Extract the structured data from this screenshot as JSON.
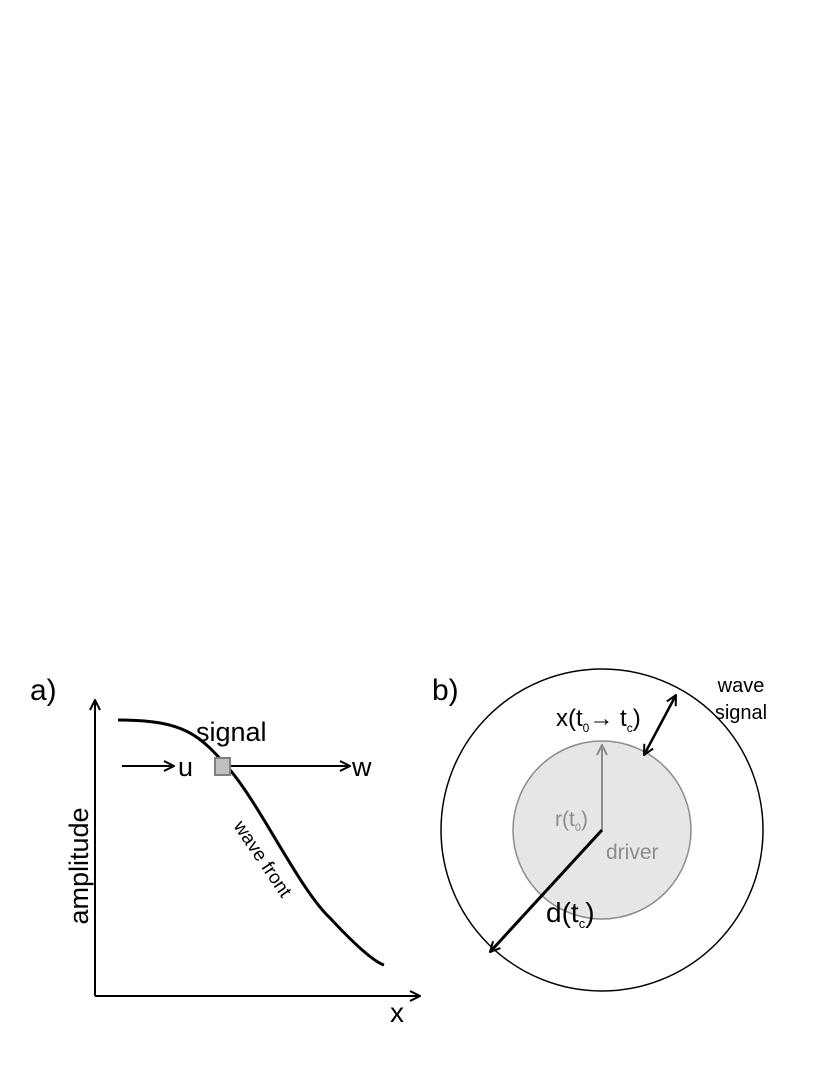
{
  "panel_a": {
    "label": "a)",
    "y_axis_label": "amplitude",
    "x_axis_label": "x",
    "signal_label": "signal",
    "u_label": "u",
    "w_label": "w",
    "curve_label": "wave front"
  },
  "panel_b": {
    "label": "b)",
    "wave_signal_line1": "wave",
    "wave_signal_line2": "signal",
    "x_label": {
      "pre": "x(t",
      "sub1": "0",
      "arrow": "→",
      "mid": " t",
      "sub2": "c",
      "post": ")"
    },
    "r_label": {
      "pre": "r(t",
      "sub": "0",
      "post": ")"
    },
    "driver_label": "driver",
    "d_label": {
      "pre": "d(t",
      "sub": "c",
      "post": ")"
    }
  },
  "colors": {
    "ink": "#000000",
    "driver_fill": "#e6e6e6",
    "driver_stroke": "#8c8c8c",
    "driver_text": "#8c8c8c",
    "signal_box_fill": "#bfbfbf",
    "signal_box_stroke": "#7f7f7f"
  }
}
